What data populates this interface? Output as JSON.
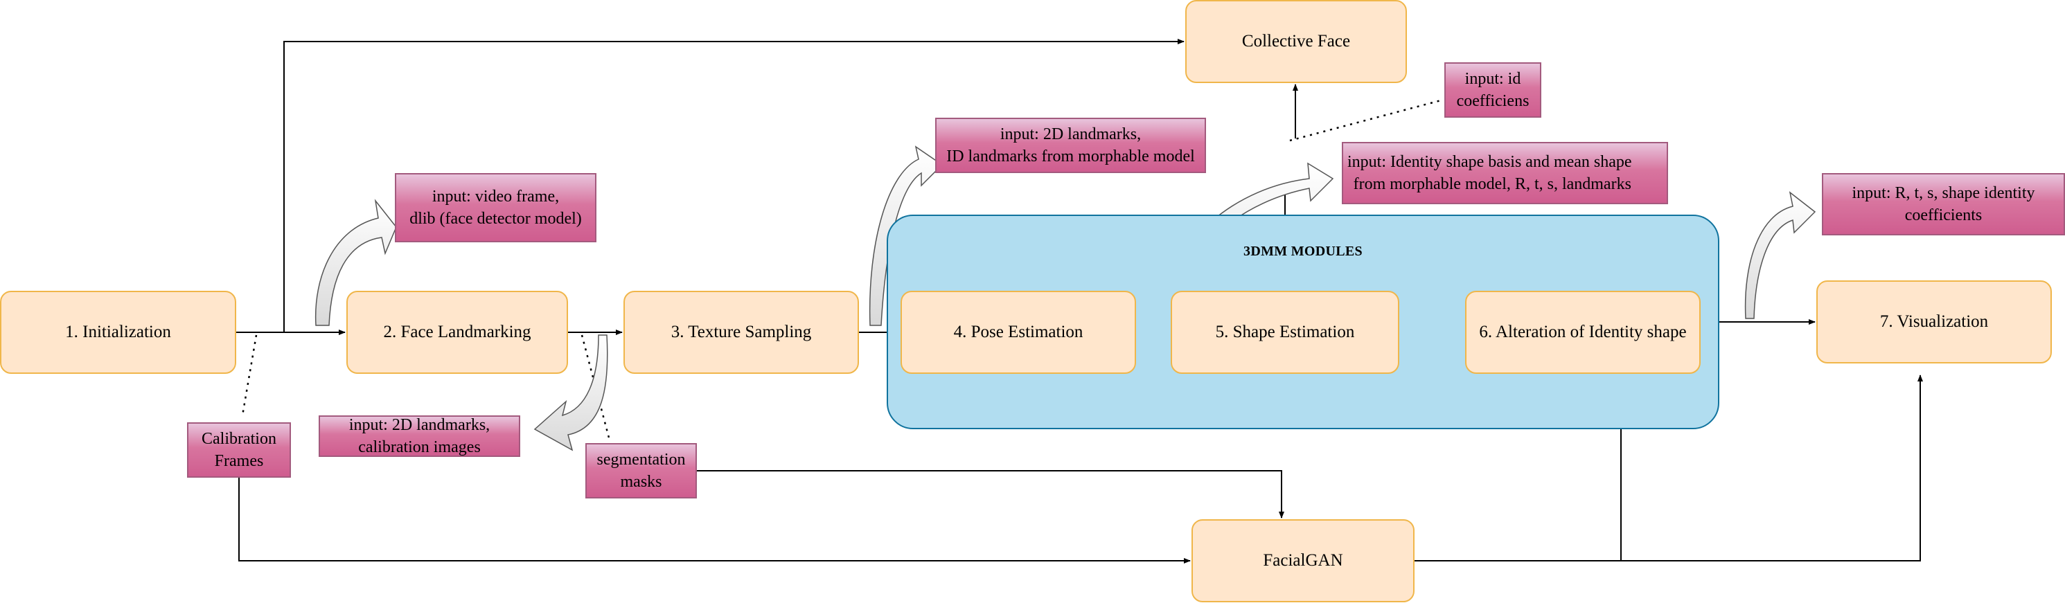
{
  "diagram": {
    "group_title": "3DMM MODULES",
    "steps": {
      "initialization": "1. Initialization",
      "face_landmarking": "2. Face Landmarking",
      "texture_sampling": "3. Texture Sampling",
      "pose_estimation": "4. Pose Estimation",
      "shape_estimation": "5. Shape Estimation",
      "alteration": "6. Alteration of Identity shape",
      "visualization": "7. Visualization",
      "collective_face": "Collective Face",
      "facialgan": "FacialGAN"
    },
    "notes": {
      "video_frame": [
        "input: video frame,",
        "dlib (face detector model)"
      ],
      "calibration_frames": [
        "Calibration",
        "Frames"
      ],
      "landmarks_calibration": [
        "input: 2D landmarks,",
        "calibration images"
      ],
      "segmentation_masks": [
        "segmentation",
        "masks"
      ],
      "landmarks_id": [
        "input: 2D landmarks,",
        "ID landmarks from morphable model"
      ],
      "identity_basis": [
        "input: Identity shape basis and mean shape",
        "from morphable model, R, t, s, landmarks"
      ],
      "id_coefficients": [
        "input: id",
        "coefficiens"
      ],
      "rts_coefficients": [
        "input: R, t, s, shape identity",
        "coefficients"
      ]
    },
    "colors": {
      "process_fill": "#ffe6cc",
      "process_border": "#f0b64a",
      "group_fill": "#b1ddf0",
      "group_border": "#10739e",
      "note_fill": "#d8759f",
      "callout_arrow_fill": "#f2f2f2"
    }
  }
}
